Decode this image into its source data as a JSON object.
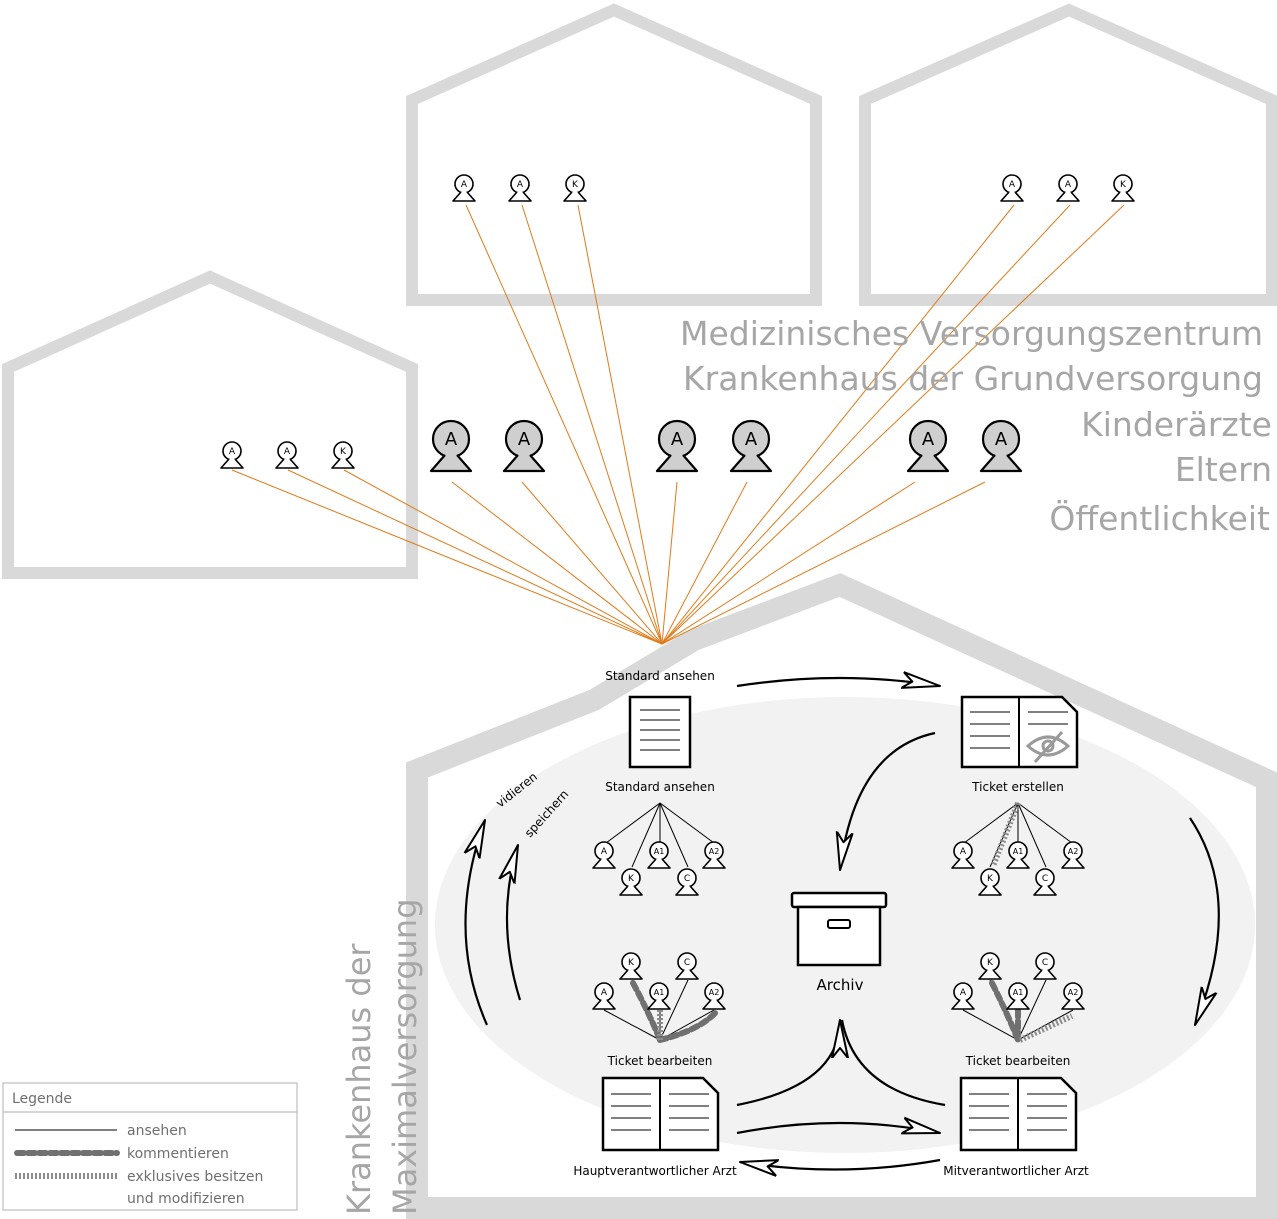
{
  "building_labels": [
    "Medizinisches Versorgungszentrum",
    "Krankenhaus der Grundversorgung",
    "Kinderärzte",
    "Eltern",
    "Öffentlichkeit"
  ],
  "main_building_label": [
    "Krankenhaus der",
    "Maximalversorgung"
  ],
  "top_left": {
    "caption_above": "Standard ansehen",
    "caption_below": "Standard ansehen"
  },
  "top_right": {
    "caption": "Ticket erstellen"
  },
  "bottom_left": {
    "caption": "Ticket bearbeiten",
    "doc_caption": "Hauptverantwortlicher Arzt"
  },
  "bottom_right": {
    "caption": "Ticket bearbeiten",
    "doc_caption": "Mitverantwortlicher Arzt"
  },
  "archive_label": "Archiv",
  "side_labels": {
    "vidieren": "vidieren",
    "speichern": "speichern"
  },
  "person_letters": {
    "arzt": "A",
    "kinderarzt": "K",
    "a1": "A1",
    "a2": "A2",
    "c": "C"
  },
  "legend": {
    "title": "Legende",
    "items": [
      "ansehen",
      "kommentieren",
      "exklusives besitzen",
      "und modifizieren"
    ]
  },
  "colors": {
    "house": "#d9d9d9",
    "line": "#e07b1a",
    "label_gray": "#a6a6a6",
    "person_fill": "#cfcfcf",
    "comment_stroke": "#707070"
  }
}
